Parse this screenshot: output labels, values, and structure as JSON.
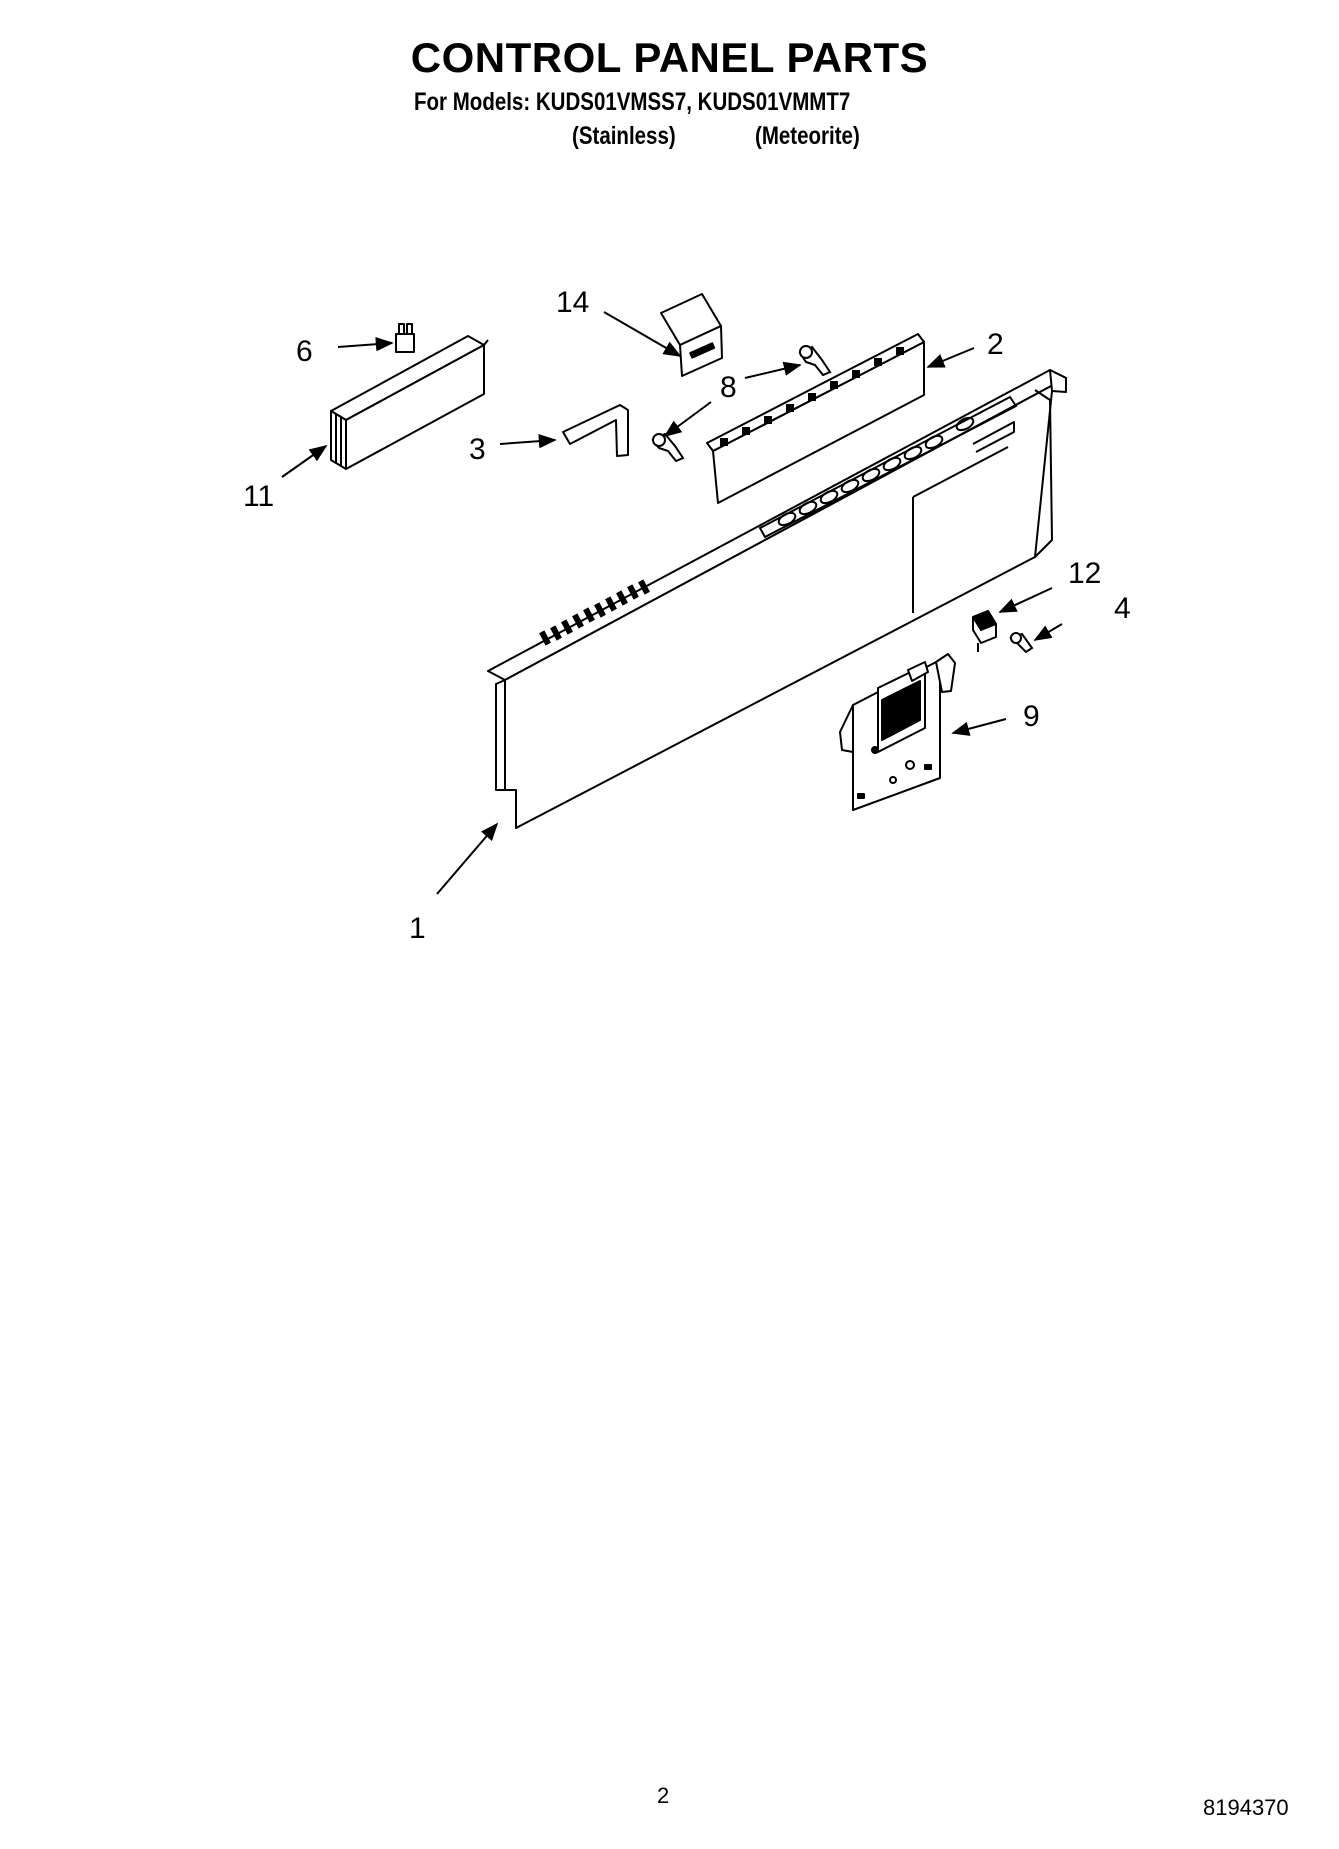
{
  "header": {
    "title": "CONTROL PANEL PARTS",
    "models_line": "For Models: KUDS01VMSS7, KUDS01VMMT7",
    "variant_1": "(Stainless)",
    "variant_2": "(Meteorite)"
  },
  "callouts": [
    {
      "id": "1",
      "label": "1"
    },
    {
      "id": "2",
      "label": "2"
    },
    {
      "id": "3",
      "label": "3"
    },
    {
      "id": "4",
      "label": "4"
    },
    {
      "id": "6",
      "label": "6"
    },
    {
      "id": "8",
      "label": "8"
    },
    {
      "id": "9",
      "label": "9"
    },
    {
      "id": "11",
      "label": "11"
    },
    {
      "id": "12",
      "label": "12"
    },
    {
      "id": "14",
      "label": "14"
    }
  ],
  "footer": {
    "page_number": "2",
    "document_number": "8194370"
  }
}
